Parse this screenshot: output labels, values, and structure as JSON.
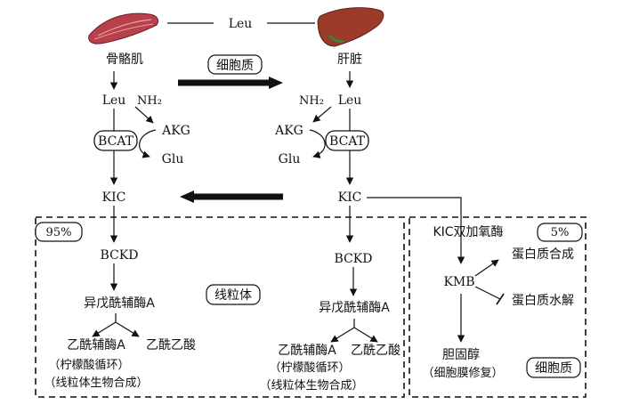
{
  "top": {
    "center": "Leu",
    "left_organ": "骨骼肌",
    "right_organ": "肝脏",
    "cytoplasm_label": "细胞质"
  },
  "left_pathway": {
    "leu": "Leu",
    "nh2": "NH₂",
    "akg": "AKG",
    "enzyme": "BCAT",
    "glu": "Glu",
    "kic": "KIC",
    "percent": "95%",
    "bckd": "BCKD",
    "isovaleryl": "异戊酰辅酶A",
    "acetyl_coa": "乙酰辅酶A",
    "acetoacetate": "乙酰乙酸",
    "tca": "（柠檬酸循环）",
    "mito_synthesis": "（线粒体生物合成）",
    "compartment": "线粒体"
  },
  "right_pathway": {
    "nh2": "NH₂",
    "leu": "Leu",
    "akg": "AKG",
    "enzyme": "BCAT",
    "glu": "Glu",
    "kic": "KIC",
    "bckd": "BCKD",
    "isovaleryl": "异戊酰辅酶A",
    "acetyl_coa": "乙酰辅酶A",
    "acetoacetate": "乙酰乙酸",
    "tca": "（柠檬酸循环）",
    "mito_synthesis": "（线粒体生物合成）"
  },
  "cytosol_pathway": {
    "enzyme": "KIC双加氧酶",
    "percent": "5%",
    "kmb": "KMB",
    "protein_synthesis": "蛋白质合成",
    "protein_degradation": "蛋白质水解",
    "cholesterol": "胆固醇",
    "membrane_repair": "（细胞膜修复）",
    "compartment": "细胞质"
  },
  "colors": {
    "muscle": "#b8404a",
    "liver": "#9c3a2a",
    "line": "#111111"
  }
}
